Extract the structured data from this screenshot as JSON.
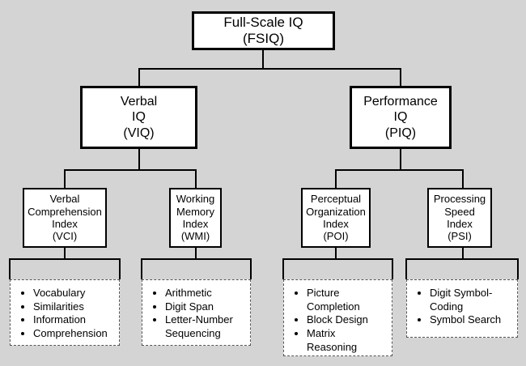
{
  "root": {
    "lines": [
      "Full-Scale IQ",
      "(FSIQ)"
    ]
  },
  "branches": [
    {
      "lines": [
        "Verbal",
        "IQ",
        "(VIQ)"
      ]
    },
    {
      "lines": [
        "Performance",
        "IQ",
        "(PIQ)"
      ]
    }
  ],
  "indexes": [
    {
      "lines": [
        "Verbal",
        "Comprehension",
        "Index",
        "(VCI)"
      ]
    },
    {
      "lines": [
        "Working",
        "Memory",
        "Index",
        "(WMI)"
      ]
    },
    {
      "lines": [
        "Perceptual",
        "Organization",
        "Index",
        "(POI)"
      ]
    },
    {
      "lines": [
        "Processing",
        "Speed",
        "Index",
        "(PSI)"
      ]
    }
  ],
  "subtests": [
    {
      "items": [
        "Vocabulary",
        "Similarities",
        "Information",
        "Comprehension"
      ]
    },
    {
      "items": [
        "Arithmetic",
        "Digit Span",
        "Letter-Number Sequencing"
      ]
    },
    {
      "items": [
        "Picture Completion",
        "Block Design",
        "Matrix Reasoning"
      ]
    },
    {
      "items": [
        "Digit Symbol-Coding",
        "Symbol Search"
      ]
    }
  ]
}
